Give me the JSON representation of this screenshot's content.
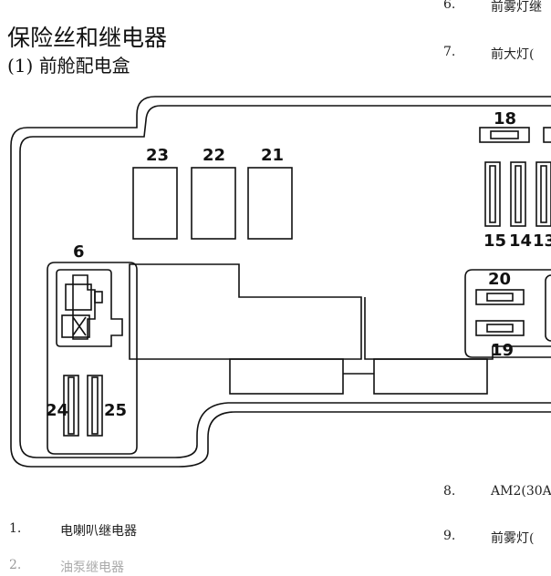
{
  "header": {
    "title": "保险丝和继电器",
    "subtitle": "(1)  前舱配电盒"
  },
  "diagram": {
    "labels": {
      "l23": "23",
      "l22": "22",
      "l21": "21",
      "l18": "18",
      "l15": "15",
      "l14": "14",
      "l13": "13",
      "l6": "6",
      "l20": "20",
      "l19": "19",
      "l24": "24",
      "l25": "25"
    }
  },
  "right_list": [
    {
      "num": "6.",
      "text": "前雾灯继"
    },
    {
      "num": "7.",
      "text": "前大灯("
    },
    {
      "num": "8.",
      "text": "AM2(30A"
    },
    {
      "num": "9.",
      "text": "前雾灯("
    }
  ],
  "left_list": [
    {
      "num": "1.",
      "text": "电喇叭继电器"
    },
    {
      "num": "2.",
      "text": "油泵继电器"
    }
  ]
}
